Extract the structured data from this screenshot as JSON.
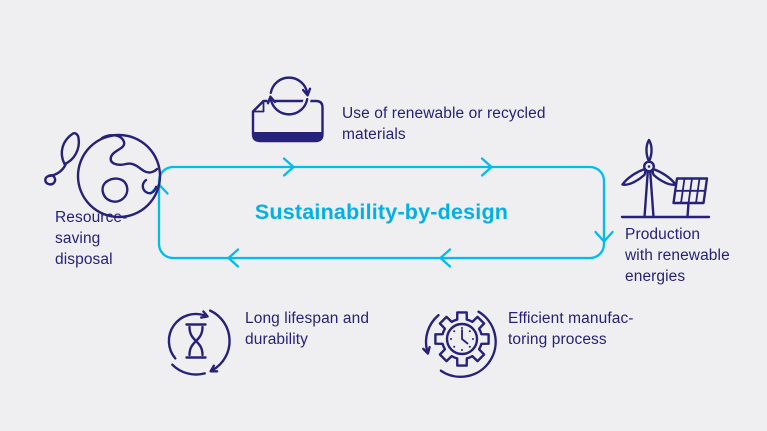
{
  "colors": {
    "background": "#efeef0",
    "navy_icon_text": "#26227b",
    "cyan_loop": "#00bdf0",
    "cyan_title": "#00b0e6"
  },
  "cycle": {
    "title": "Sustainability-by-design",
    "direction": "clockwise"
  },
  "labels": {
    "materials": {
      "lines": [
        "Use of renewable or recycled",
        "materials"
      ]
    },
    "production": {
      "lines": [
        "Production",
        "with renewable",
        "energies"
      ]
    },
    "manufacturing": {
      "lines": [
        "Efficient manufac-",
        "toring process"
      ]
    },
    "lifespan": {
      "lines": [
        "Long lifespan and",
        "durability"
      ]
    },
    "disposal": {
      "lines": [
        "Resource-",
        "saving",
        "disposal"
      ]
    }
  },
  "icons": {
    "materials": "recycled-materials-icon",
    "production": "wind-turbine-solar-panel-icon",
    "manufacturing": "gear-clock-icon",
    "lifespan": "hourglass-cycle-icon",
    "disposal": "earth-leaf-icon"
  }
}
